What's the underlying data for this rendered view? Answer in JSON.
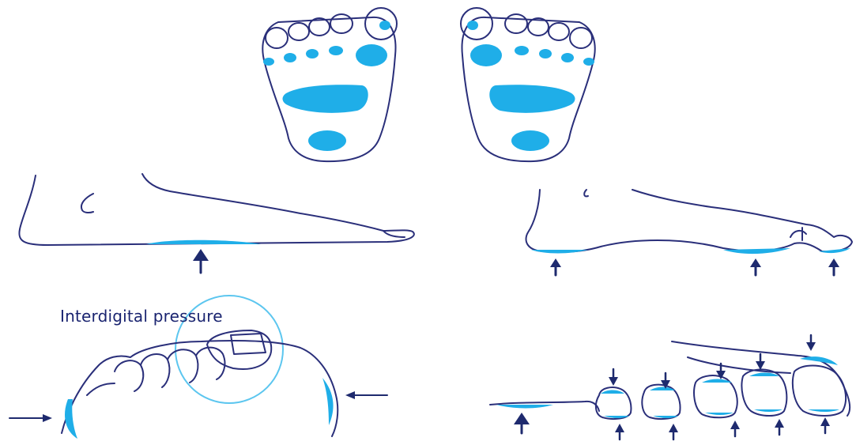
{
  "labels": {
    "interdigital": "Interdigital pressure"
  },
  "colors": {
    "outline": "#2a2f7a",
    "pressure": "#1faee8",
    "arrow": "#1e2a6e",
    "circle": "#5cc6ef"
  },
  "panels": [
    {
      "name": "plantar-pressure-map"
    },
    {
      "name": "flat-foot-side-view"
    },
    {
      "name": "high-arch-side-view"
    },
    {
      "name": "interdigital-pressure-view"
    },
    {
      "name": "toe-deformity-side-view"
    }
  ]
}
